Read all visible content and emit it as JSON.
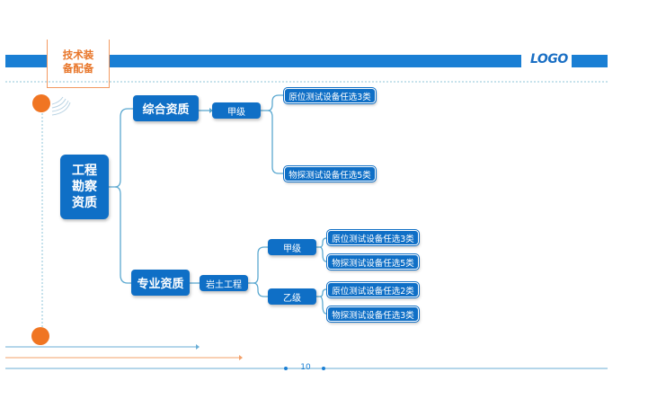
{
  "header": {
    "tag_line1": "技术装",
    "tag_line2": "备配备",
    "logo": "LOGO"
  },
  "diagram": {
    "root_line1": "工程",
    "root_line2": "勘察",
    "root_line3": "资质",
    "branch_a": {
      "label": "综合资质",
      "grade": "甲级",
      "leaf1": "原位测试设备任选3类",
      "leaf2": "物探测试设备任选5类"
    },
    "branch_b": {
      "label": "专业资质",
      "field": "岩土工程",
      "grade1": "甲级",
      "grade1_leaf1": "原位测试设备任选3类",
      "grade1_leaf2": "物探测试设备任选5类",
      "grade2": "乙级",
      "grade2_leaf1": "原位测试设备任选2类",
      "grade2_leaf2": "物探测试设备任选3类"
    }
  },
  "footer": {
    "page_number": "10"
  },
  "colors": {
    "primary": "#0f6fc6",
    "bar": "#1a7fd4",
    "accent": "#f07522",
    "connector": "#5aa8d0"
  }
}
